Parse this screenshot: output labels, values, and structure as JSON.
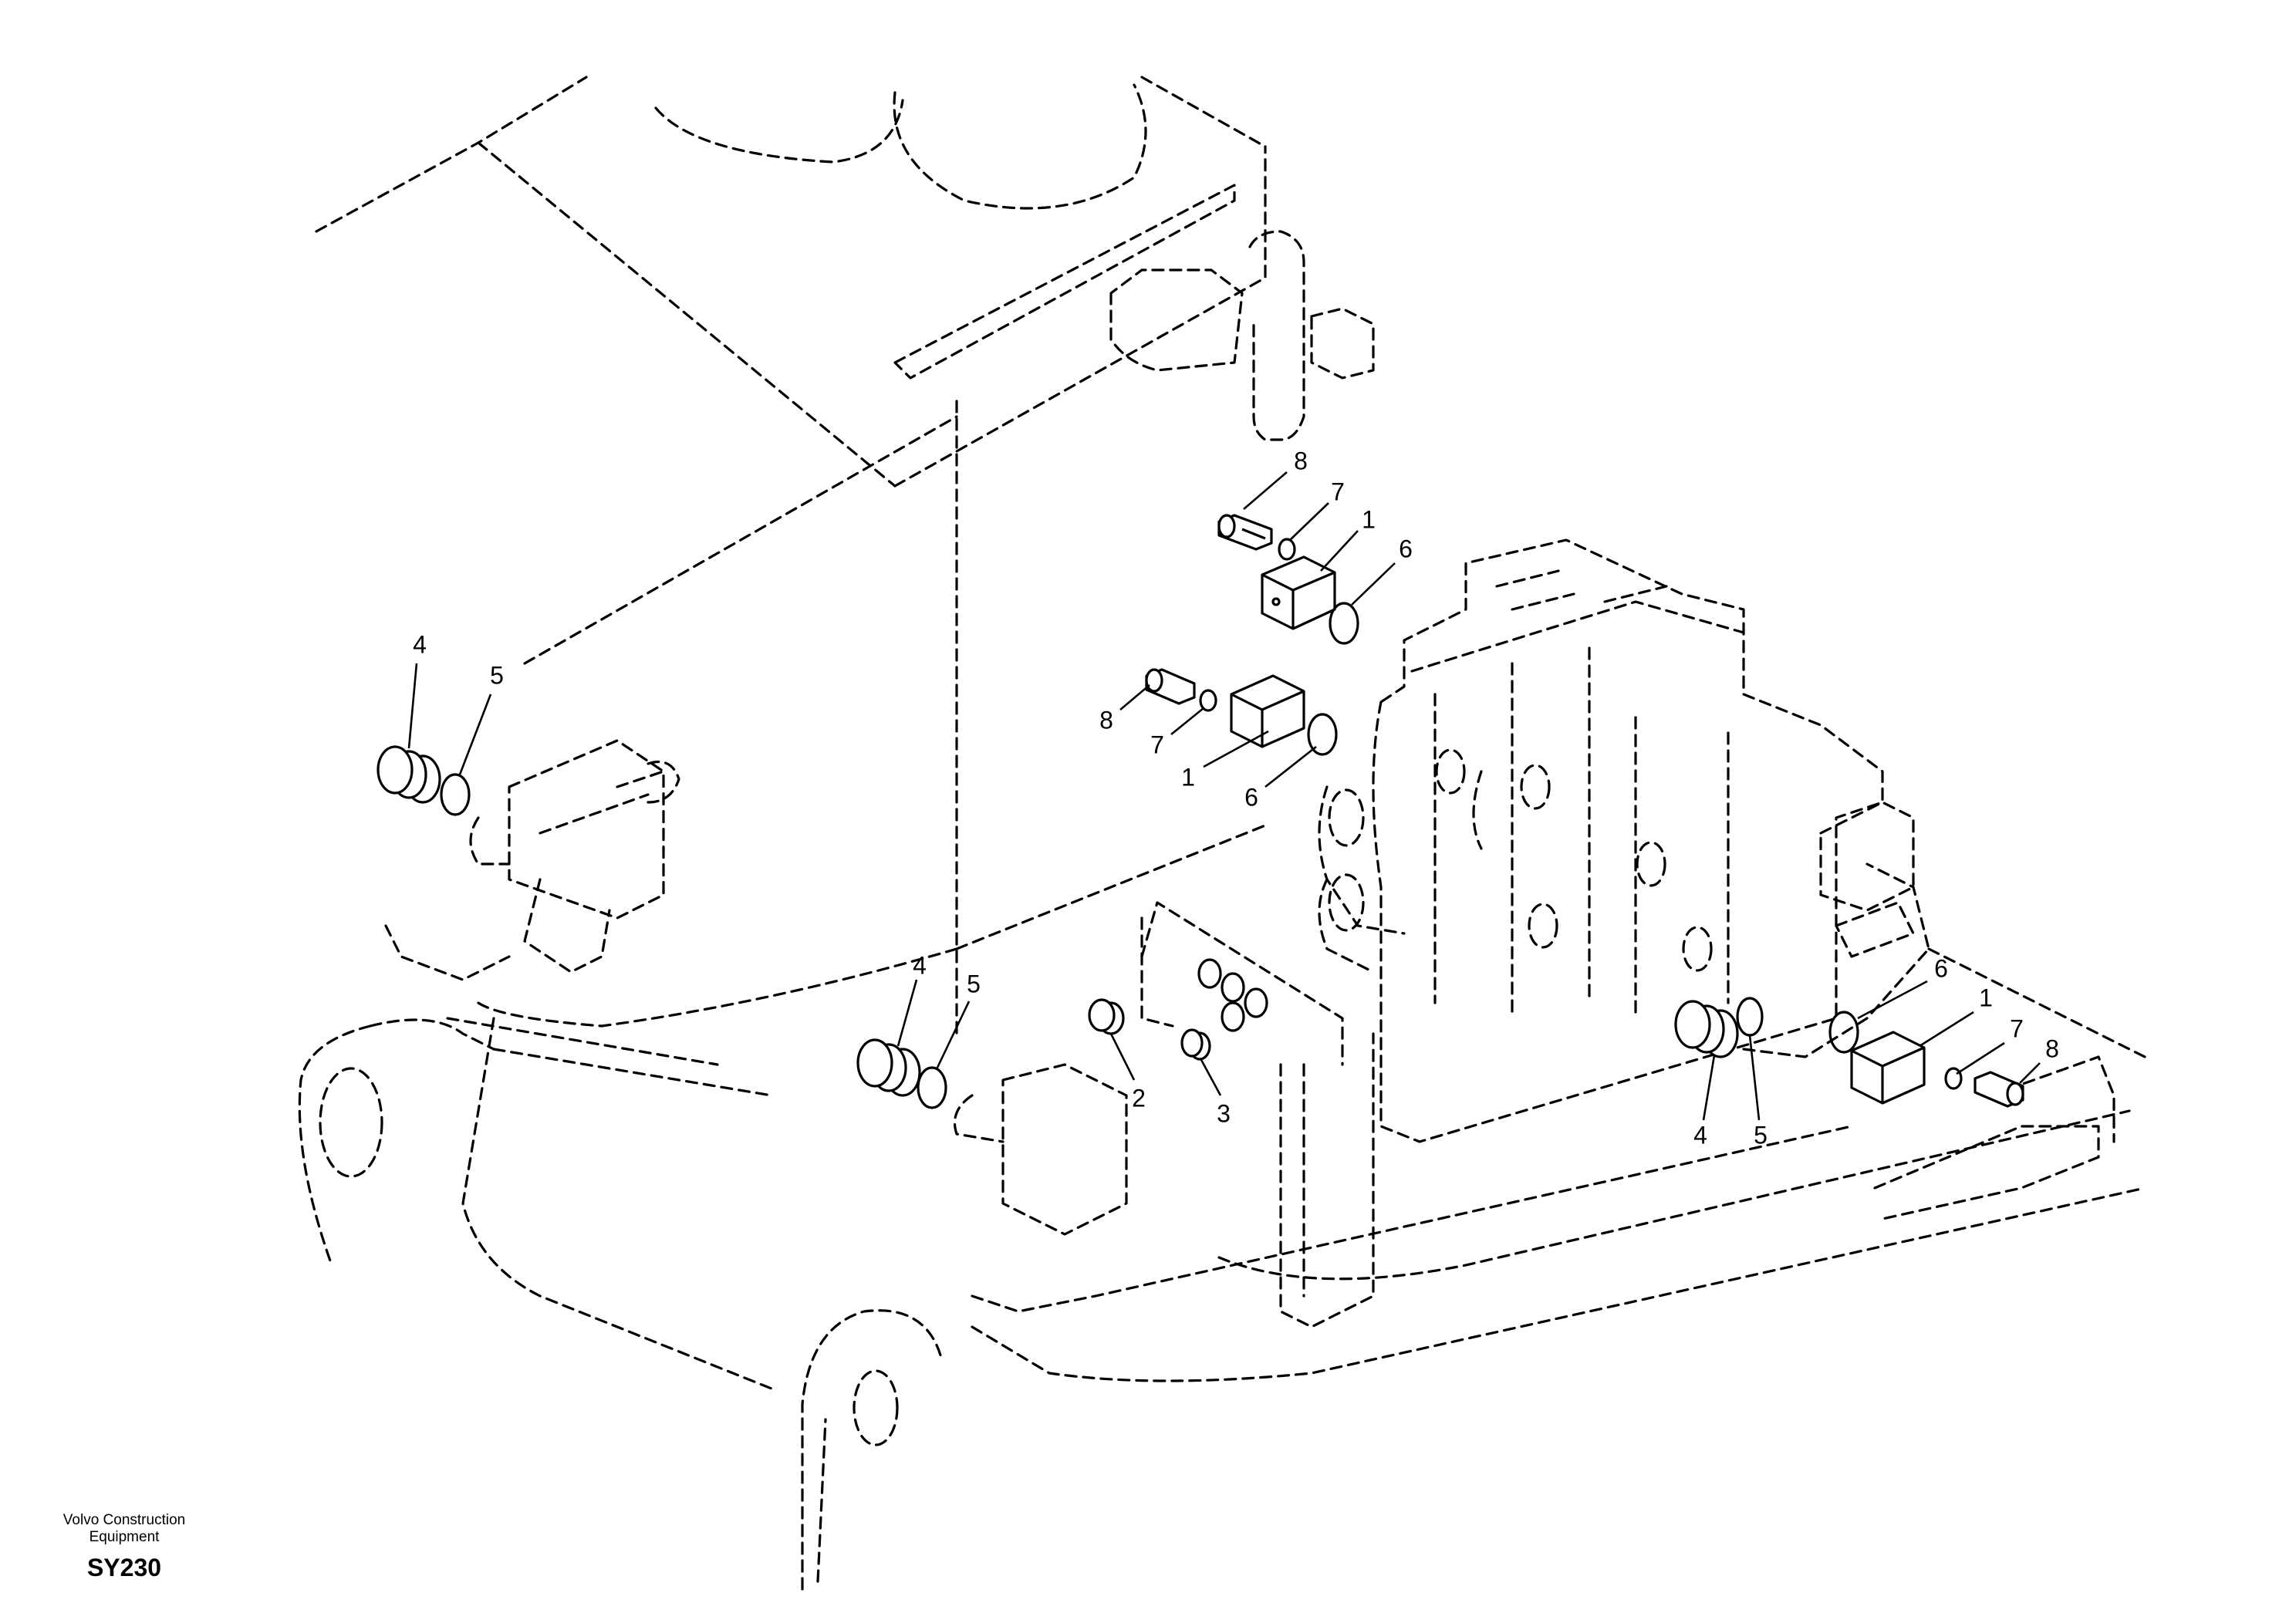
{
  "brand": {
    "line1": "Volvo Construction",
    "line2": "Equipment",
    "code": "SY230"
  },
  "callouts": [
    "8",
    "7",
    "1",
    "6",
    "8",
    "7",
    "1",
    "6",
    "4",
    "5",
    "4",
    "5",
    "2",
    "3",
    "4",
    "5",
    "6",
    "1",
    "7",
    "8"
  ]
}
